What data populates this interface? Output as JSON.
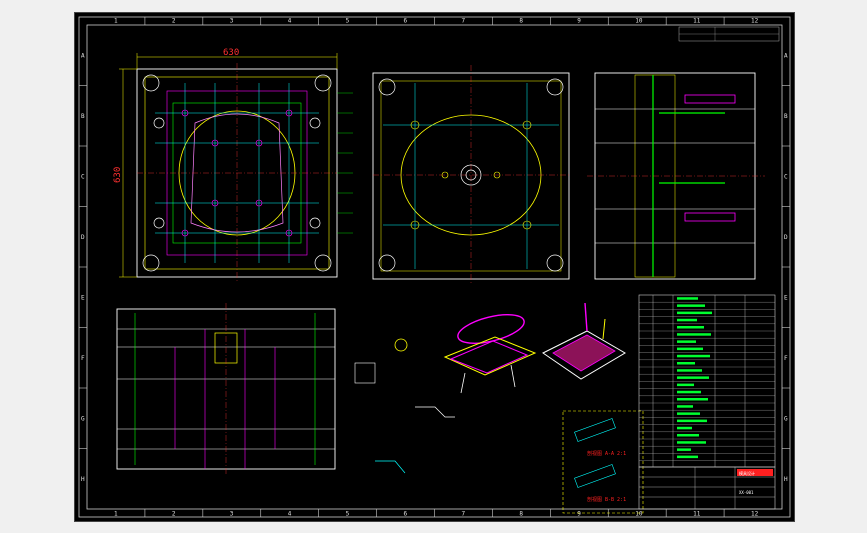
{
  "border": {
    "columns": [
      "1",
      "2",
      "3",
      "4",
      "5",
      "6",
      "7",
      "8",
      "9",
      "10",
      "11",
      "12"
    ],
    "rows": [
      "A",
      "B",
      "C",
      "D",
      "E",
      "F",
      "G",
      "H"
    ]
  },
  "top_view": {
    "width_dim": "630",
    "height_dim": "630"
  },
  "iso_labels": {
    "label_1": "剖视图 A-A 2:1",
    "label_2": "剖视图 B-B 2:1"
  },
  "title_block": {
    "company": "模具设计",
    "drawing_name": "XX-001"
  }
}
